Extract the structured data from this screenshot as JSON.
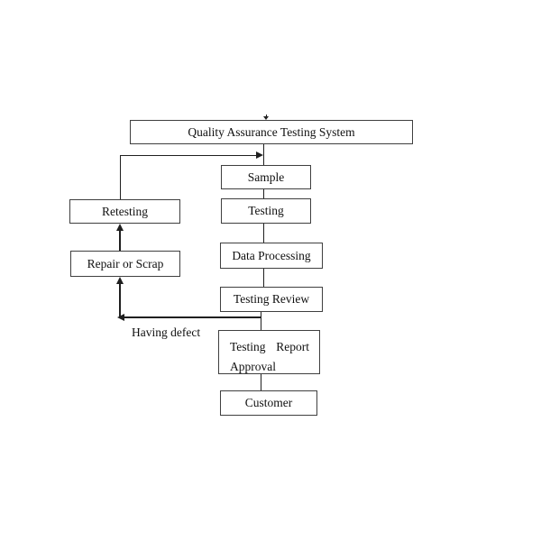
{
  "diagram": {
    "title": "Quality Assurance Testing System",
    "nodes": {
      "sample": {
        "label": "Sample"
      },
      "testing": {
        "label": "Testing"
      },
      "data_processing": {
        "label": "Data Processing"
      },
      "testing_review": {
        "label": "Testing Review"
      },
      "testing_report_approval": {
        "line1_left": "Testing",
        "line1_right": "Report",
        "line2": "Approval"
      },
      "customer": {
        "label": "Customer"
      },
      "retesting": {
        "label": "Retesting"
      },
      "repair_or_scrap": {
        "label": "Repair or Scrap"
      }
    },
    "edge_labels": {
      "having_defect": "Having defect"
    },
    "colors": {
      "box_border": "#3f3f3f",
      "line": "#1f1f1f",
      "text": "#101010",
      "background": "#ffffff"
    }
  }
}
